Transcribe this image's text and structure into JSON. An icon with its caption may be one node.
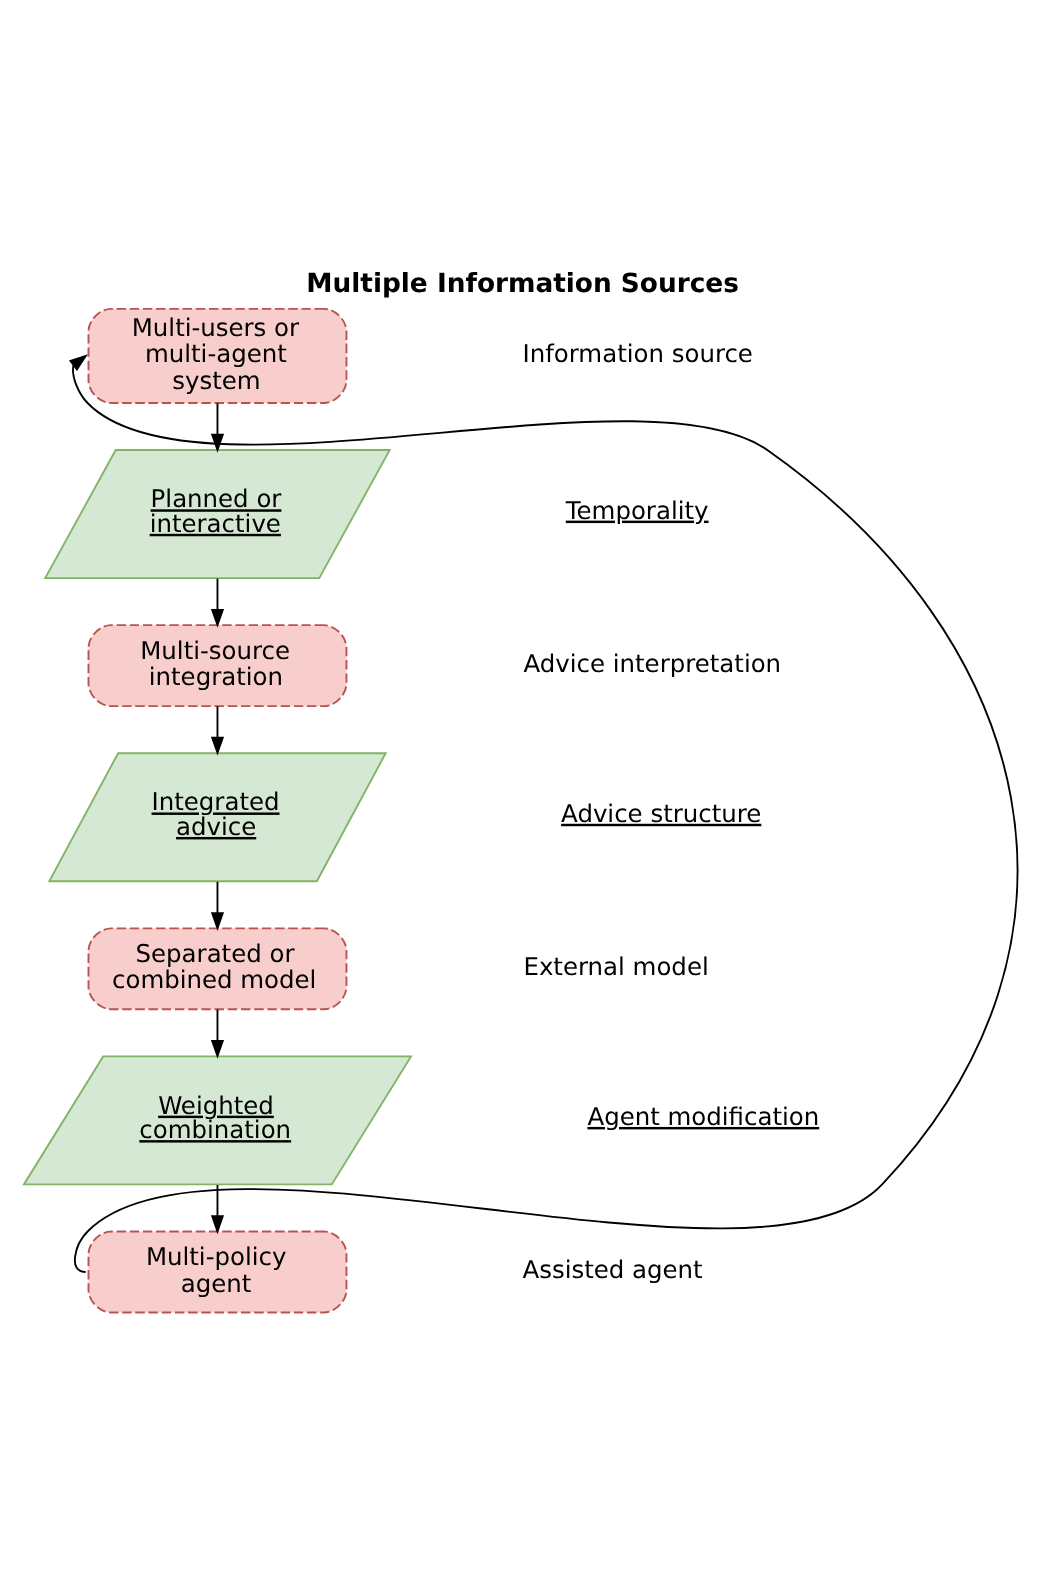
{
  "diagram": {
    "title": "Multiple Information Sources",
    "nodes": [
      {
        "text": [
          "Multi-users or multi-agent system"
        ]
      },
      {
        "text": [
          "Planned or interactive"
        ]
      },
      {
        "text": [
          "Multi-source integration"
        ]
      },
      {
        "text": [
          "Integrated advice"
        ]
      },
      {
        "text": [
          "Separated or combined model"
        ]
      },
      {
        "text": [
          "Weighted combination"
        ]
      },
      {
        "text": [
          "Multi-policy agent"
        ]
      }
    ],
    "edges": [
      {
        "from": 0,
        "to": 1,
        "arrow": "to"
      },
      {
        "from": 1,
        "to": 2,
        "arrow": "to"
      },
      {
        "from": 2,
        "to": 3,
        "arrow": "to"
      },
      {
        "from": 3,
        "to": 4,
        "arrow": "to"
      },
      {
        "from": 4,
        "to": 5,
        "arrow": "to"
      },
      {
        "from": 5,
        "to": 6,
        "arrow": "to"
      },
      {
        "from": 6,
        "to": 0,
        "arrow": "to"
      }
    ],
    "labels": [
      "Information source",
      "Temporality",
      "Advice interpretation",
      "Advice structure",
      "External model",
      "Agent modification",
      "Assisted agent"
    ]
  }
}
